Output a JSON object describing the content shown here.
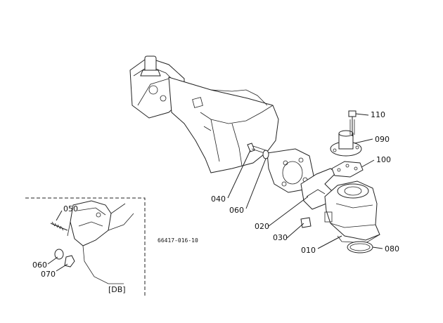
{
  "diagram": {
    "figure_code": "66417-016-10",
    "inset_label": "[DB]",
    "callouts": {
      "p010": "010",
      "p020": "020",
      "p030": "030",
      "p040": "040",
      "p060": "060",
      "p080": "080",
      "p090": "090",
      "p100": "100",
      "p110": "110"
    },
    "inset_callouts": {
      "p050": "050",
      "p060": "060",
      "p070": "070"
    }
  }
}
